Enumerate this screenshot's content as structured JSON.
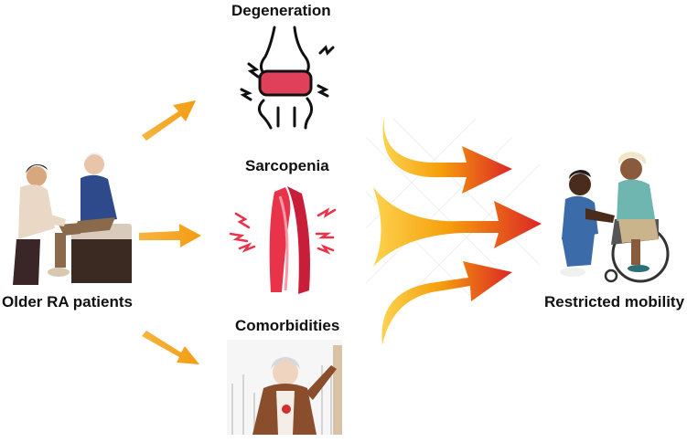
{
  "source": {
    "label": "Older RA patients",
    "illustration": "doctor-examining-patient-knee"
  },
  "factors": [
    {
      "label": "Degeneration",
      "illustration": "joint-pain-icon",
      "color": "#e0405a"
    },
    {
      "label": "Sarcopenia",
      "illustration": "muscle-pain-icon",
      "color": "#e8334a"
    },
    {
      "label": "Comorbidities",
      "illustration": "elderly-woman-chest-pain"
    }
  ],
  "outcome": {
    "label": "Restricted mobility",
    "illustration": "caregiver-with-wheelchair-user"
  },
  "colors": {
    "arrow_small": "#f5a623",
    "arrow_big_start": "#fbbf24",
    "arrow_big_end": "#e53935"
  }
}
